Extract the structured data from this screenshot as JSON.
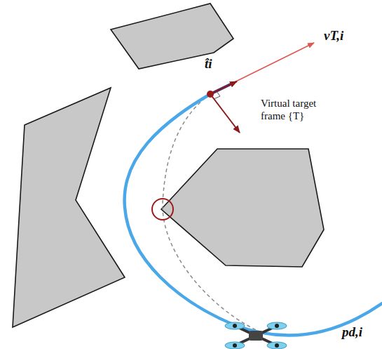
{
  "diagram": {
    "labels": [
      "t̂i",
      "vT,i",
      "Virtual target frame {T}",
      "pd,i"
    ]
  }
}
